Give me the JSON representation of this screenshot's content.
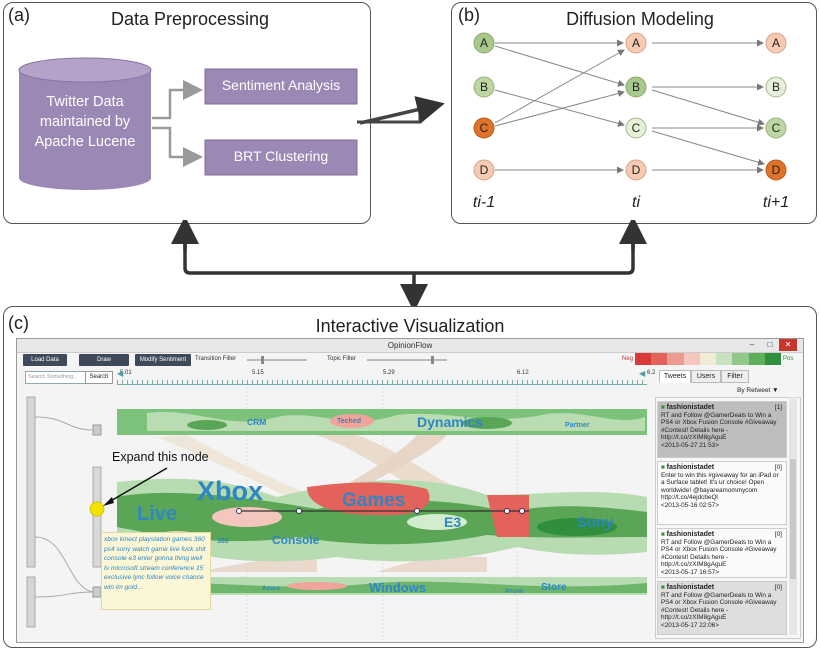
{
  "panels": {
    "a": {
      "label": "(a)",
      "title": "Data Preprocessing",
      "cylinder": [
        "Twitter Data",
        "maintained by",
        "Apache Lucene"
      ],
      "box1": "Sentiment Analysis",
      "box2": "BRT Clustering"
    },
    "b": {
      "label": "(b)",
      "title": "Diffusion Modeling",
      "time_labels": [
        "ti-1",
        "ti",
        "ti+1"
      ],
      "node_letters": [
        "A",
        "B",
        "C",
        "D"
      ]
    },
    "c": {
      "label": "(c)",
      "title": "Interactive Visualization"
    }
  },
  "colors": {
    "box_purple": "#9c88b4",
    "node_green": "#a9c98c",
    "node_orange": "#e0722a",
    "node_peach": "#f7cbb3",
    "topic_blue": "#2f86c4"
  },
  "app": {
    "window_title": "OpinionFlow",
    "buttons": {
      "load": "Load Data",
      "draw": "Draw",
      "modify": "Modify Sentiment"
    },
    "transition_filter": "Transition Filter",
    "topic_filter": "Topic Filter",
    "neg": "Neg",
    "pos": "Pos",
    "search_placeholder": "Search Something...",
    "search_button": "Search",
    "dates": [
      "5.01",
      "5.15",
      "5.29",
      "6.12",
      "6.2"
    ],
    "tabs": [
      "Tweets",
      "Users",
      "Filter"
    ],
    "sort": "By Retweet",
    "topics": {
      "crm": "CRM",
      "teched": "Teched",
      "dynamics": "Dynamics",
      "partner": "Partner",
      "xbox": "Xbox",
      "live": "Live",
      "games": "Games",
      "e3": "E3",
      "sony": "Sony",
      "console": "Console",
      "n360": "360",
      "azure": "Azure",
      "windows": "Windows",
      "store": "Store",
      "phone": "Phone"
    },
    "annotation": "Expand this node",
    "keywords": "xbox kinect playstation games 360 ps4 sony watch game live fuck shit console e3 enter gonna thing well tv microsoft stream conference 15 exclusive lync follow voice chance win im gold...",
    "tweets": [
      {
        "user": "fashionistadet",
        "count": "[1]",
        "text": "RT and Follow @GamerDeals to Win a PS4 or Xbox Fusion Console #Giveaway #Contest! Details here - http://t.co/zXIM8gAguE",
        "date": "<2013-05-27 21:53>"
      },
      {
        "user": "fashionistadet",
        "count": "[0]",
        "text": "Enter to win this #giveaway for an iPad or a Surface tablet! It's ur choice! Open worldwide! @bayareamommycom http://t.co/4ejdcbeQl",
        "date": "<2013-05-16 02:57>"
      },
      {
        "user": "fashionistadet",
        "count": "[0]",
        "text": "RT and Follow @GamerDeals to Win a PS4 or Xbox Fusion Console #Giveaway #Contest! Details here - http://t.co/zXIM8gAguE",
        "date": "<2013-05-17 16:57>"
      },
      {
        "user": "fashionistadet",
        "count": "[0]",
        "text": "RT and Follow @GamerDeals to Win a PS4 or Xbox Fusion Console #Giveaway #Contest! Details here - http://t.co/zXIM8gAguE",
        "date": "<2013-05-17 22:06>"
      }
    ]
  }
}
